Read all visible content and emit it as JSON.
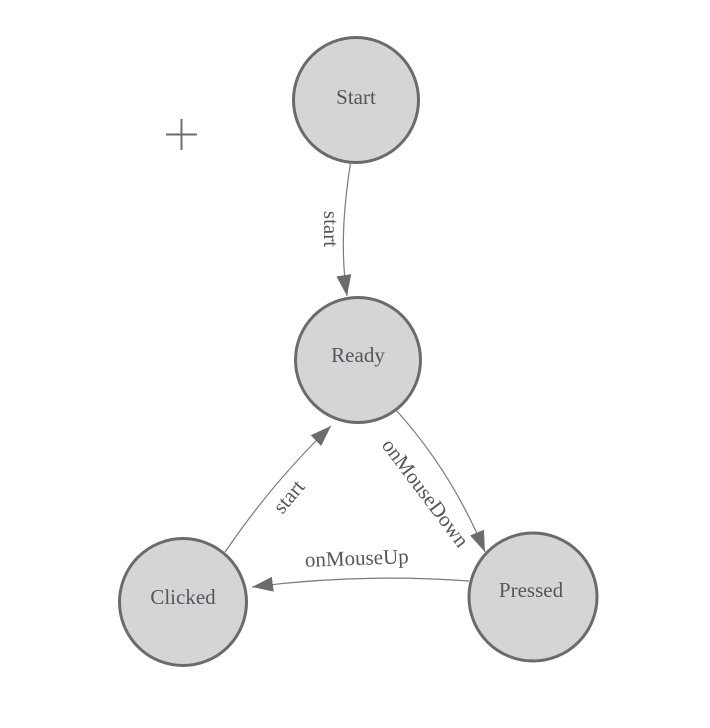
{
  "diagram": {
    "kind": "state-machine",
    "nodes": [
      {
        "id": "start",
        "label": "Start"
      },
      {
        "id": "ready",
        "label": "Ready"
      },
      {
        "id": "clicked",
        "label": "Clicked"
      },
      {
        "id": "pressed",
        "label": "Pressed"
      }
    ],
    "edges": [
      {
        "from": "Start",
        "to": "Ready",
        "label": "start"
      },
      {
        "from": "Ready",
        "to": "Pressed",
        "label": "onMouseDown"
      },
      {
        "from": "Pressed",
        "to": "Clicked",
        "label": "onMouseUp"
      },
      {
        "from": "Clicked",
        "to": "Ready",
        "label": "start"
      }
    ]
  },
  "theme": {
    "bg": "#ffffff",
    "node-fill": "#d5d5d5",
    "node-stroke": "#6b6b6b",
    "edge-color": "#7a7a7a",
    "arrow-color": "#6b6b6b",
    "text-color": "#54565e",
    "marker-color": "#6e6e6e"
  }
}
